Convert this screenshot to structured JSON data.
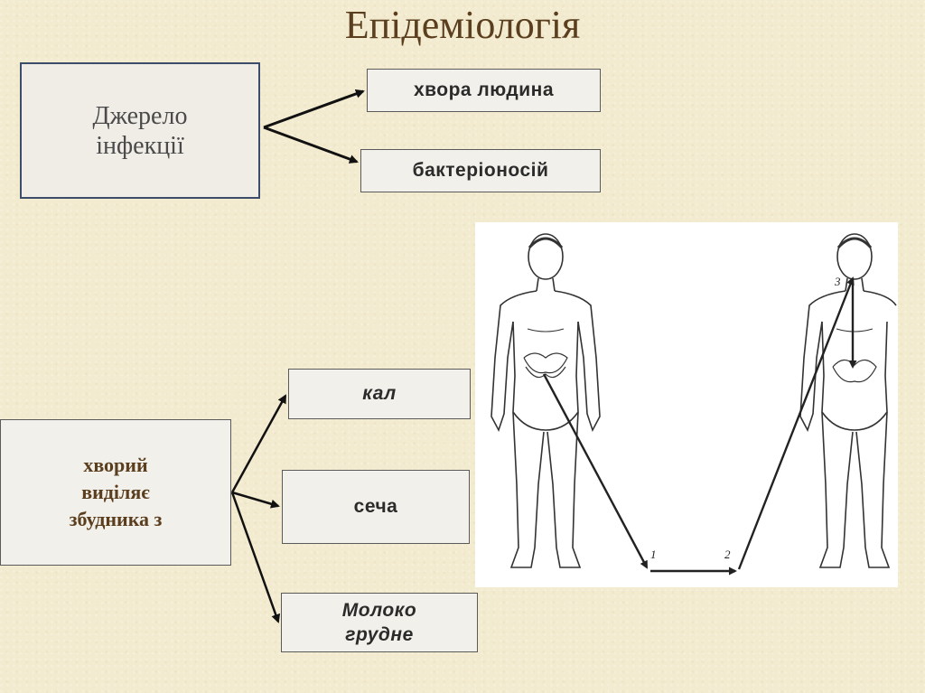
{
  "title": "Епідеміологія",
  "source": {
    "label_line1": "Джерело",
    "label_line2": "інфекції",
    "targets": [
      "хвора людина",
      "бактеріоносій"
    ]
  },
  "excretion": {
    "label_line1": "хворий",
    "label_line2": "виділяє",
    "label_line3": "збудника з",
    "targets": [
      {
        "line1": "кал",
        "line2": ""
      },
      {
        "line1": "сеча",
        "line2": ""
      },
      {
        "line1": "Молоко",
        "line2": "грудне"
      }
    ]
  },
  "figure": {
    "markers": [
      "1",
      "2",
      "3"
    ]
  },
  "colors": {
    "background": "#f3ebcf",
    "title": "#5a3e1e",
    "source_border": "#3b4d6b",
    "box_fill": "#f2f0ea"
  }
}
